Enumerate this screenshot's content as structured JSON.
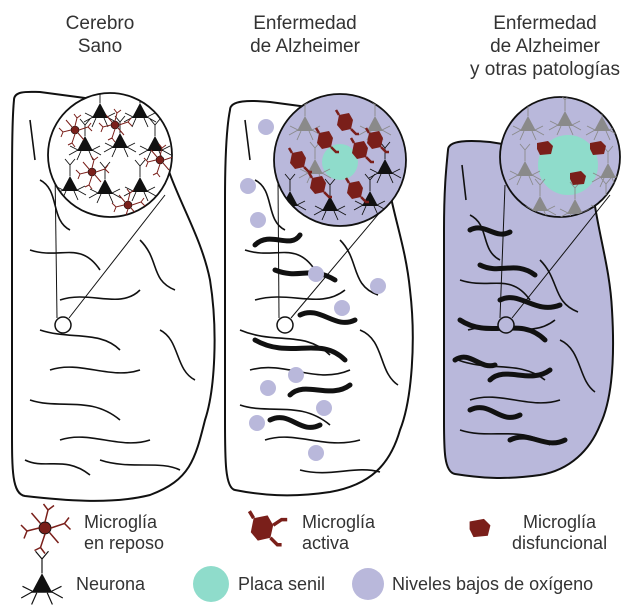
{
  "panels": [
    {
      "title_lines": [
        "Cerebro",
        "Sano"
      ]
    },
    {
      "title_lines": [
        "Enfermedad",
        "de Alzheimer"
      ]
    },
    {
      "title_lines": [
        "Enfermedad",
        "de Alzheimer",
        "y otras patologías"
      ]
    }
  ],
  "legend": {
    "resting_microglia": [
      "Microglía",
      "en reposo"
    ],
    "active_microglia": [
      "Microglía",
      "activa"
    ],
    "dysfunctional_microglia": [
      "Microglía",
      "disfuncional"
    ],
    "neuron": "Neurona",
    "senile_plaque": "Placa senil",
    "low_oxygen": "Niveles bajos de oxígeno"
  },
  "colors": {
    "microglia": "#7a1f1a",
    "plaque": "#8fdccb",
    "low_oxygen": "#b9b8db",
    "neuron": "#111111",
    "neuron_faded": "#8a8a8a",
    "outline": "#111111"
  }
}
